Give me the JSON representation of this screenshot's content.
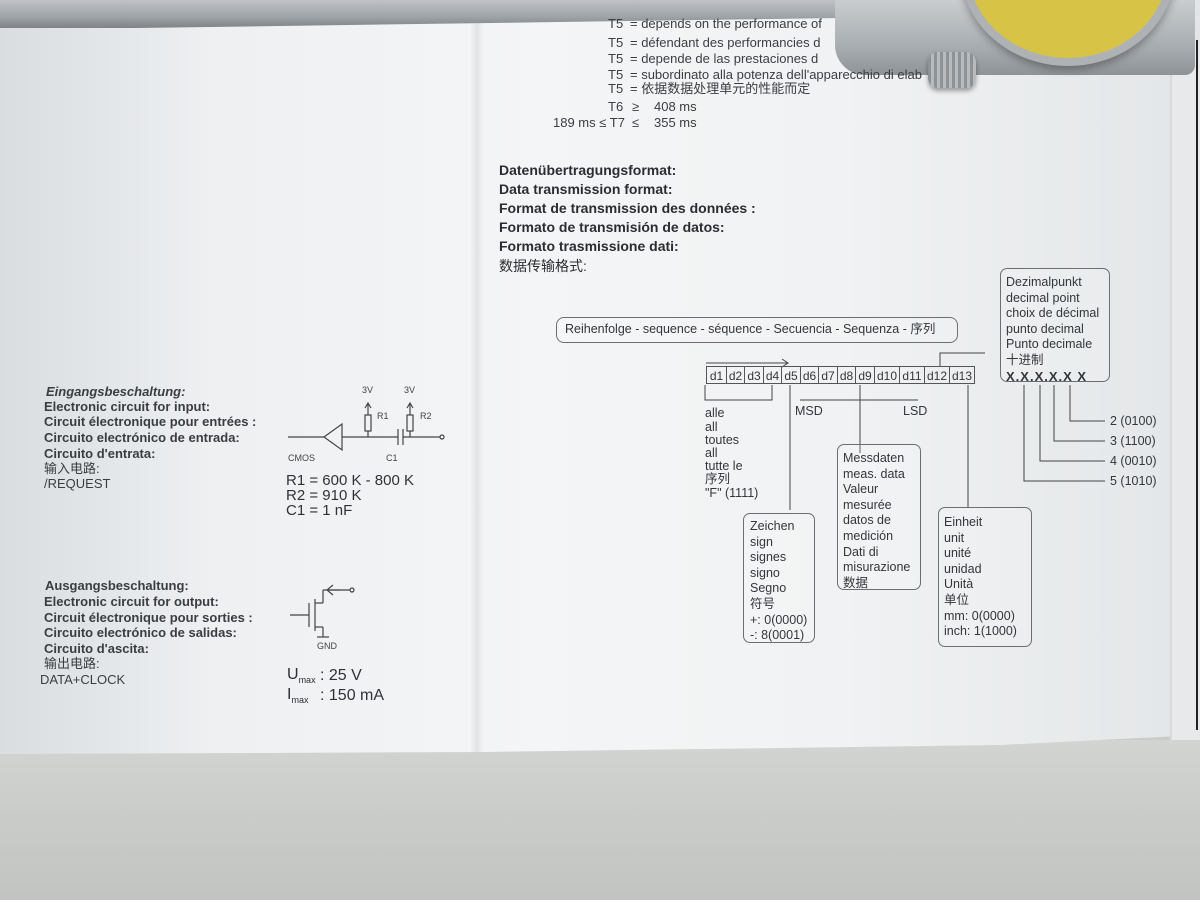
{
  "timing": {
    "t5_lines": [
      {
        "label": "T5",
        "text": "= depends on the performance of"
      },
      {
        "label": "T5",
        "text": "= défendant des performancies d"
      },
      {
        "label": "T5",
        "text": "= depende de las prestaciones d"
      },
      {
        "label": "T5",
        "text": "= subordinato alla potenza dell'apparecchio di elab"
      },
      {
        "label": "T5",
        "text": "= 依据数据处理单元的性能而定"
      }
    ],
    "t6": {
      "label": "T6",
      "op": "≥",
      "value": "408 ms"
    },
    "t7": {
      "label": "189 ms ≤ T7",
      "op": "≤",
      "value": "355 ms"
    }
  },
  "format_heading": [
    "Datenübertragungsformat:",
    "Data transmission format:",
    "Format de transmission des données :",
    "Formato de transmisión de datos:",
    "Formato trasmissione dati:",
    "数据传输格式:"
  ],
  "input_section": {
    "title_lines": [
      "Eingangsbeschaltung:",
      "Electronic circuit for input:",
      "Circuit électronique pour entrées :",
      "Circuito electrónico de entrada:",
      "Circuito d'entrata:",
      "输入电路:",
      "/REQUEST"
    ],
    "labels": {
      "v1": "3V",
      "v2": "3V",
      "r1": "R1",
      "r2": "R2",
      "cmos": "CMOS",
      "c1": "C1"
    },
    "values": [
      "R1 = 600 K - 800 K",
      "R2 = 910 K",
      "C1 =      1 nF"
    ]
  },
  "output_section": {
    "title_lines": [
      "Ausgangsbeschaltung:",
      "Electronic circuit for output:",
      "Circuit électronique pour sorties :",
      "Circuito electrónico de salidas:",
      "Circuito d'ascita:",
      "输出电路:",
      "DATA+CLOCK"
    ],
    "gnd": "GND",
    "umax": {
      "sym": "U",
      "sub": "max",
      "value": ":  25 V"
    },
    "imax": {
      "sym": "I",
      "sub": "max",
      "value": ":  150 mA"
    }
  },
  "sequence": {
    "label": "Reihenfolge - sequence - séquence - Secuencia - Sequenza - 序列",
    "digits": [
      "d1",
      "d2",
      "d3",
      "d4",
      "d5",
      "d6",
      "d7",
      "d8",
      "d9",
      "d10",
      "d11",
      "d12",
      "d13"
    ],
    "msd": "MSD",
    "lsd": "LSD",
    "all_lines": [
      "alle",
      "all",
      "toutes",
      "all",
      "tutte le",
      "序列",
      "\"F\" (1111)"
    ],
    "sign_lines": [
      "Zeichen",
      "sign",
      "signes",
      "signo",
      "Segno",
      "符号",
      "+: 0(0000)",
      "-:  8(0001)"
    ],
    "meas_lines": [
      "Messdaten",
      "meas. data",
      "Valeur",
      "mesurée",
      "datos de",
      "medición",
      "Dati di",
      "misurazione",
      "数据"
    ],
    "unit_lines": [
      "Einheit",
      "unit",
      "unité",
      "unidad",
      "Unità",
      "单位",
      "mm:  0(0000)",
      "inch:  1(1000)"
    ],
    "decimal_lines": [
      "Dezimalpunkt",
      "decimal point",
      "choix de décimal",
      "punto decimal",
      "Punto decimale",
      "十进制"
    ],
    "decimal_pattern": "X.X.X.X.X X",
    "decimal_codes": [
      "2 (0100)",
      "3 (1100)",
      "4 (0010)",
      "5 (1010)"
    ]
  }
}
